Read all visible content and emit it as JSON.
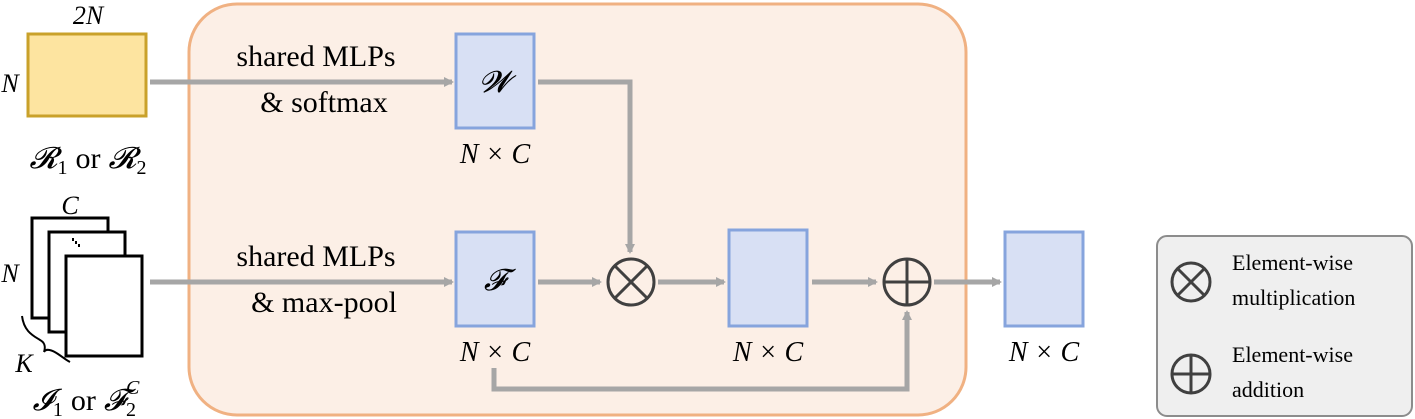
{
  "diagram": {
    "colors": {
      "panel_fill": "#fcefe6",
      "panel_stroke": "#f0b182",
      "block_fill": "#d8e0f4",
      "block_stroke": "#86a4dd",
      "matrix_fill": "#fde4a0",
      "matrix_stroke": "#c9a12a",
      "arrow": "#a6a6a6",
      "op": "#404040",
      "legend_fill": "#efefef",
      "legend_stroke": "#8c8c8c"
    },
    "inputs": {
      "top_width_label": "2N",
      "top_height_label": "N",
      "top_caption_r1_sym": "𝓡",
      "top_caption_r1_sub": "1",
      "top_caption_or": "or",
      "top_caption_r2_sym": "𝓡",
      "top_caption_r2_sub": "2",
      "bottom_c_label": "C",
      "bottom_n_label": "N",
      "bottom_k_label": "K",
      "bottom_caption_i_sym": "𝓘",
      "bottom_caption_i_sub": "1",
      "bottom_caption_or": "or",
      "bottom_caption_f_sym": "𝓕",
      "bottom_caption_f_sub": "2",
      "bottom_caption_f_sup": "C"
    },
    "labels": {
      "top_line1": "shared MLPs",
      "top_line2": "& softmax",
      "bottom_line1": "shared MLPs",
      "bottom_line2": "& max-pool"
    },
    "blocks": {
      "w_symbol": "𝓦",
      "f_symbol": "𝓕",
      "dim_label": "N × C"
    },
    "legend": {
      "mult_line1": "Element-wise",
      "mult_line2": "multiplication",
      "add_line1": "Element-wise",
      "add_line2": "addition"
    }
  }
}
